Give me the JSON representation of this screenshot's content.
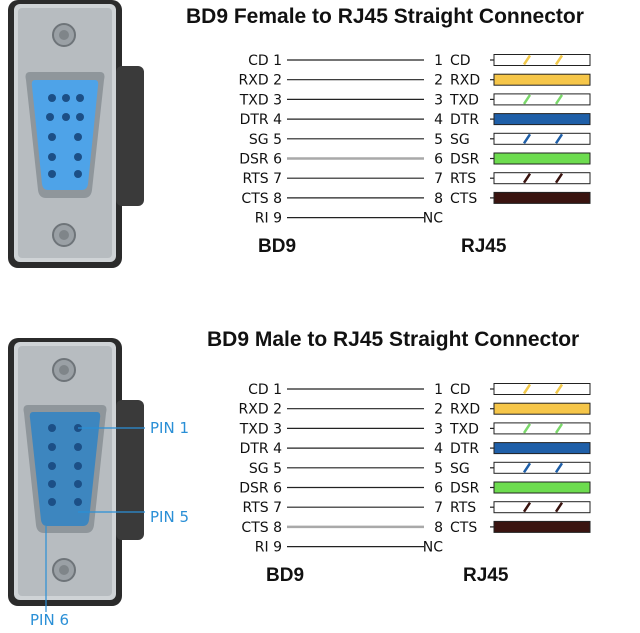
{
  "sections": [
    {
      "title": "BD9 Female to RJ45 Straight Connector",
      "left_footer": "BD9",
      "right_footer": "RJ45",
      "pin_labels": [],
      "rows": [
        {
          "left": "CD 1",
          "right": "1",
          "name": "CD",
          "wire_type": "normal",
          "color": "#f2c94c",
          "stripe": true
        },
        {
          "left": "RXD 2",
          "right": "2",
          "name": "RXD",
          "wire_type": "normal",
          "color": "#f6c649",
          "stripe": false
        },
        {
          "left": "TXD 3",
          "right": "3",
          "name": "TXD",
          "wire_type": "normal",
          "color": "#7bd96b",
          "stripe": true
        },
        {
          "left": "DTR 4",
          "right": "4",
          "name": "DTR",
          "wire_type": "normal",
          "color": "#1f5fa8",
          "stripe": false
        },
        {
          "left": "SG 5",
          "right": "5",
          "name": "SG",
          "wire_type": "normal",
          "color": "#1f5fa8",
          "stripe": true
        },
        {
          "left": "DSR 6",
          "right": "6",
          "name": "DSR",
          "wire_type": "gray",
          "color": "#6ddc4f",
          "stripe": false
        },
        {
          "left": "RTS 7",
          "right": "7",
          "name": "RTS",
          "wire_type": "normal",
          "color": "#3a1410",
          "stripe": true
        },
        {
          "left": "CTS 8",
          "right": "8",
          "name": "CTS",
          "wire_type": "normal",
          "color": "#3a1410",
          "stripe": false
        },
        {
          "left": "RI 9",
          "right": "NC",
          "name": "",
          "wire_type": "normal",
          "color": "",
          "stripe": false
        }
      ]
    },
    {
      "title": "BD9 Male to RJ45 Straight Connector",
      "left_footer": "BD9",
      "right_footer": "RJ45",
      "pin_labels": [
        "PIN 1",
        "PIN 5",
        "PIN 6"
      ],
      "rows": [
        {
          "left": "CD 1",
          "right": "1",
          "name": "CD",
          "wire_type": "normal",
          "color": "#f2c94c",
          "stripe": true
        },
        {
          "left": "RXD 2",
          "right": "2",
          "name": "RXD",
          "wire_type": "normal",
          "color": "#f6c649",
          "stripe": false
        },
        {
          "left": "TXD 3",
          "right": "3",
          "name": "TXD",
          "wire_type": "normal",
          "color": "#7bd96b",
          "stripe": true
        },
        {
          "left": "DTR 4",
          "right": "4",
          "name": "DTR",
          "wire_type": "normal",
          "color": "#1f5fa8",
          "stripe": false
        },
        {
          "left": "SG 5",
          "right": "5",
          "name": "SG",
          "wire_type": "normal",
          "color": "#1f5fa8",
          "stripe": true
        },
        {
          "left": "DSR 6",
          "right": "6",
          "name": "DSR",
          "wire_type": "normal",
          "color": "#6ddc4f",
          "stripe": false
        },
        {
          "left": "RTS 7",
          "right": "7",
          "name": "RTS",
          "wire_type": "normal",
          "color": "#3a1410",
          "stripe": true
        },
        {
          "left": "CTS 8",
          "right": "8",
          "name": "CTS",
          "wire_type": "gray",
          "color": "#3a1410",
          "stripe": false
        },
        {
          "left": "RI 9",
          "right": "NC",
          "name": "",
          "wire_type": "normal",
          "color": "",
          "stripe": false
        }
      ]
    }
  ]
}
